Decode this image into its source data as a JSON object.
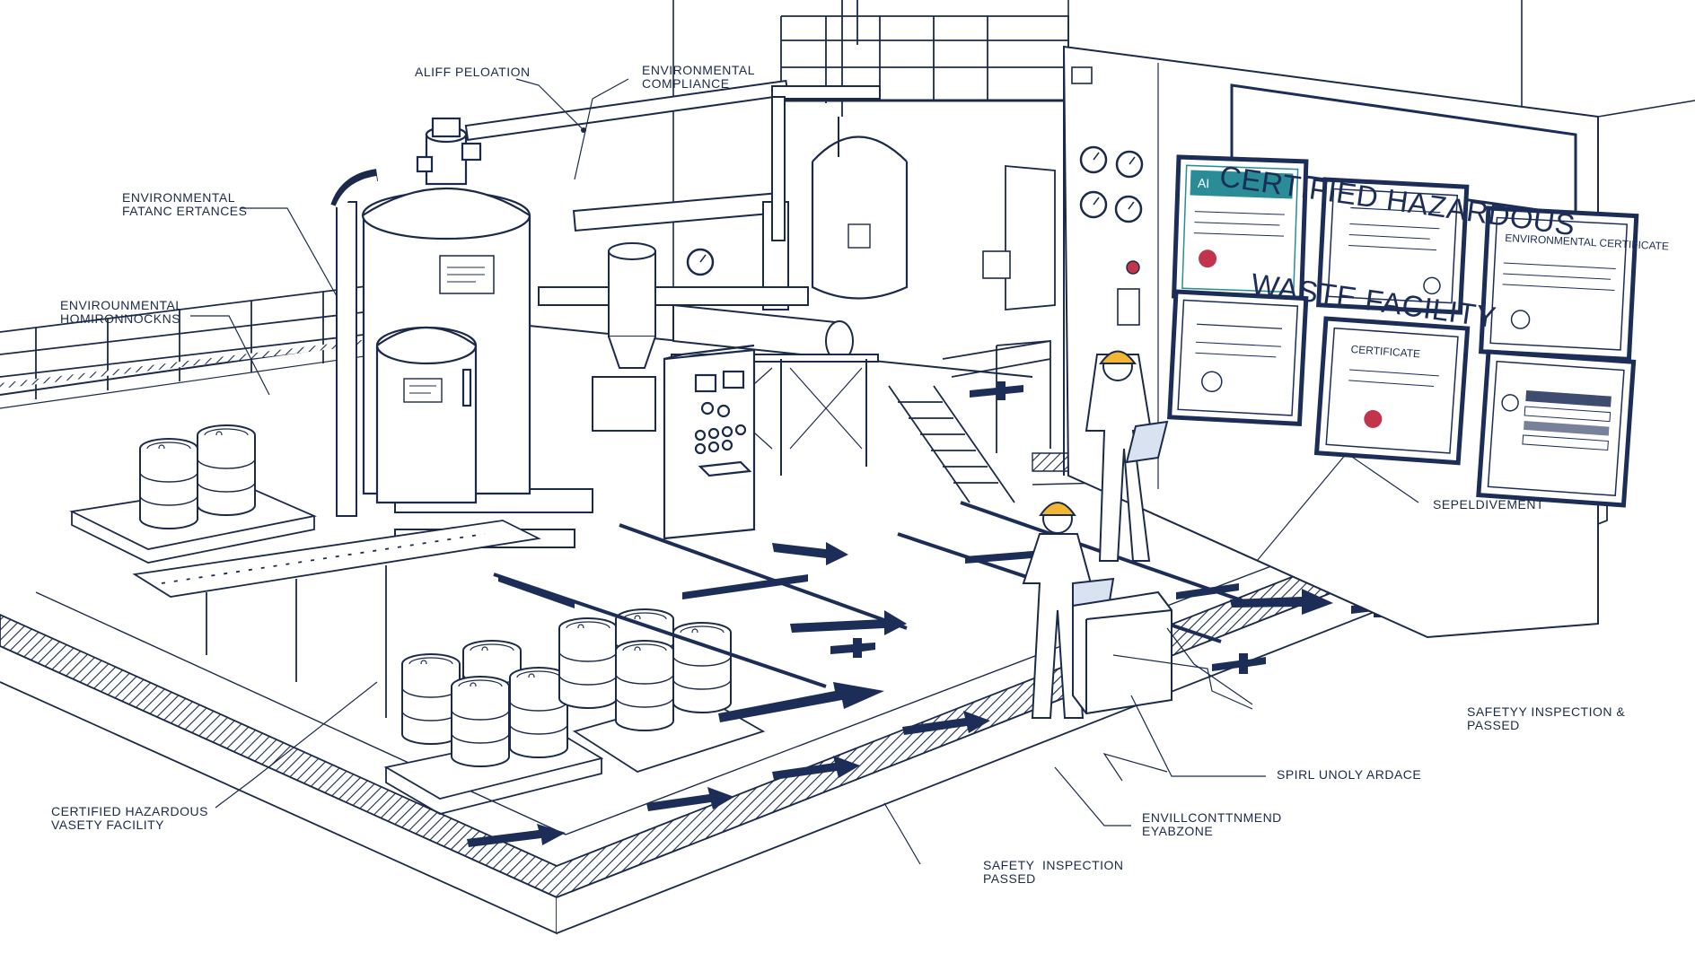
{
  "sign": {
    "title_line1": "CERTIFIED HAZARDOUS",
    "title_line2": "WASTE FACILITY"
  },
  "certificates": [
    {
      "heading": "AI"
    },
    {
      "heading": ""
    },
    {
      "heading": "ENVIRONMENTAL CERTIFICATE"
    },
    {
      "heading": ""
    },
    {
      "heading": "CERTIFICATE"
    },
    {
      "heading": ""
    }
  ],
  "callouts": {
    "alif_pelocation": "ALIFF PELOATION",
    "env_compliance_1": "ENVIRONMENTAL",
    "env_compliance_2": "COMPLIANCE",
    "env_entrances_1": "ENVIRONMENTAL",
    "env_entrances_2": "FATANC ERTANCES",
    "env_homi_1": "ENVIROUNMENTAL",
    "env_homi_2": "HOMIRONNOCKNS",
    "sepeldivement": "SEPELDIVEMENT",
    "safety_right_1": "SAFETYY INSPECTION &",
    "safety_right_2": "PASSED",
    "spirl": "SPIRL UNOLY ARDACE",
    "envill_1": "ENVILLCONTTNMEND",
    "envill_2": "EYABZONE",
    "safety_bottom_1": "SAFETY  INSPECTION",
    "safety_bottom_2": "PASSED",
    "certified_left_1": "CERTIFIED HAZARDOUS",
    "certified_left_2": "VASETY FACILITY"
  },
  "colors": {
    "ink": "#1b2a4a",
    "navy": "#1c2d57",
    "frame_teal": "#2a8c96",
    "seal_red": "#c2344b"
  }
}
